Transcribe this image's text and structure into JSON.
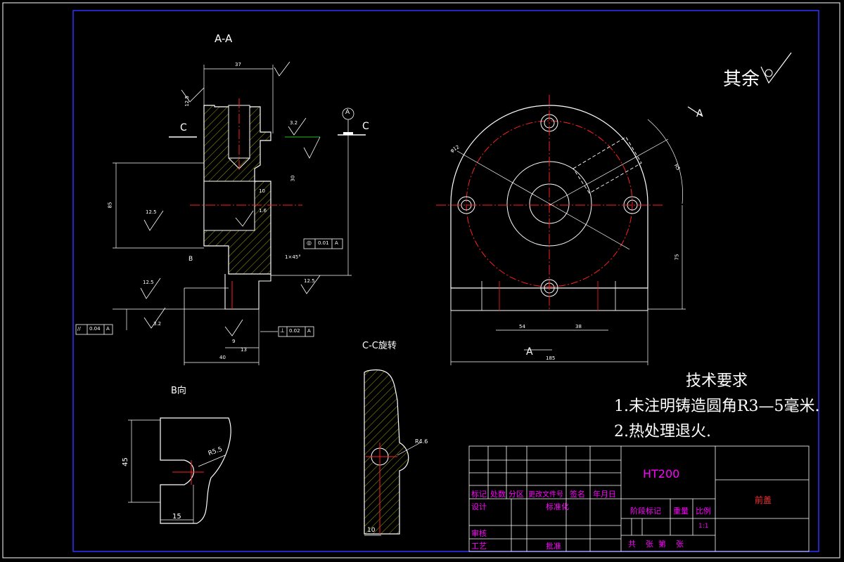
{
  "views": {
    "section_aa": "A-A",
    "section_cc": "C-C旋转",
    "view_b": "B向",
    "plan_arrow": "A"
  },
  "surface_roughness": {
    "rest_label": "其余",
    "values": [
      "12.5",
      "3.2",
      "1.6",
      "12.5",
      "12.5",
      "12.5",
      "3.2"
    ]
  },
  "section_marks": {
    "c_left": "C",
    "c_right": "C",
    "b_mark": "B",
    "datum": "A"
  },
  "dimensions": {
    "aa_top_width": "37",
    "aa_left_height": "85",
    "aa_right_height": "30",
    "aa_small": "10",
    "aa_chamfer": "1×45°",
    "aa_bottom_a": "9",
    "aa_bottom_b": "13",
    "aa_bottom_total": "40",
    "plan_diam": "φ12",
    "plan_r": "R5",
    "plan_left": "54",
    "plan_right": "38",
    "plan_total": "185",
    "plan_height": "75",
    "b_height": "45",
    "b_width": "15",
    "b_radius": "R5.5",
    "cc_radius": "R4.6",
    "cc_width": "10"
  },
  "tolerances": {
    "concentricity": [
      "◎",
      "0.01",
      "A"
    ],
    "parallelism": [
      "//",
      "0.04",
      "A"
    ],
    "perpendicularity": [
      "⊥",
      "0.02",
      "A"
    ]
  },
  "tech_requirements": {
    "title": "技术要求",
    "items": [
      "1.未注明铸造圆角R3—5毫米.",
      "2.热处理退火."
    ]
  },
  "title_block": {
    "material": "HT200",
    "part_name": "前盖",
    "header_cells": [
      "标记",
      "处数",
      "分区",
      "更改文件号",
      "签名",
      "年月日"
    ],
    "design": "设计",
    "standardize": "标准化",
    "stage_mark": "阶段标记",
    "weight": "重量",
    "scale": "比例",
    "scale_value": "1:1",
    "review": "审核",
    "process": "工艺",
    "approve": "批准",
    "sheets": "共    张  第    张"
  },
  "colors": {
    "outline": "#ffffff",
    "center": "#ff2020",
    "hatch": "#ffff00",
    "border": "#3030ff",
    "titleblock_text": "#ff00ff"
  }
}
